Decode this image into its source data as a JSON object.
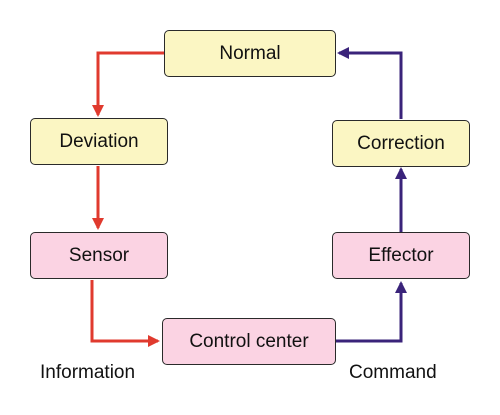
{
  "nodes": {
    "normal": "Normal",
    "deviation": "Deviation",
    "sensor": "Sensor",
    "control_center": "Control center",
    "effector": "Effector",
    "correction": "Correction"
  },
  "captions": {
    "information": "Information",
    "command": "Command"
  },
  "colors": {
    "yellow_fill": "#fbf6c3",
    "pink_fill": "#fbd3e3",
    "red_arrow": "#e03a2e",
    "purple_arrow": "#3a237a"
  }
}
